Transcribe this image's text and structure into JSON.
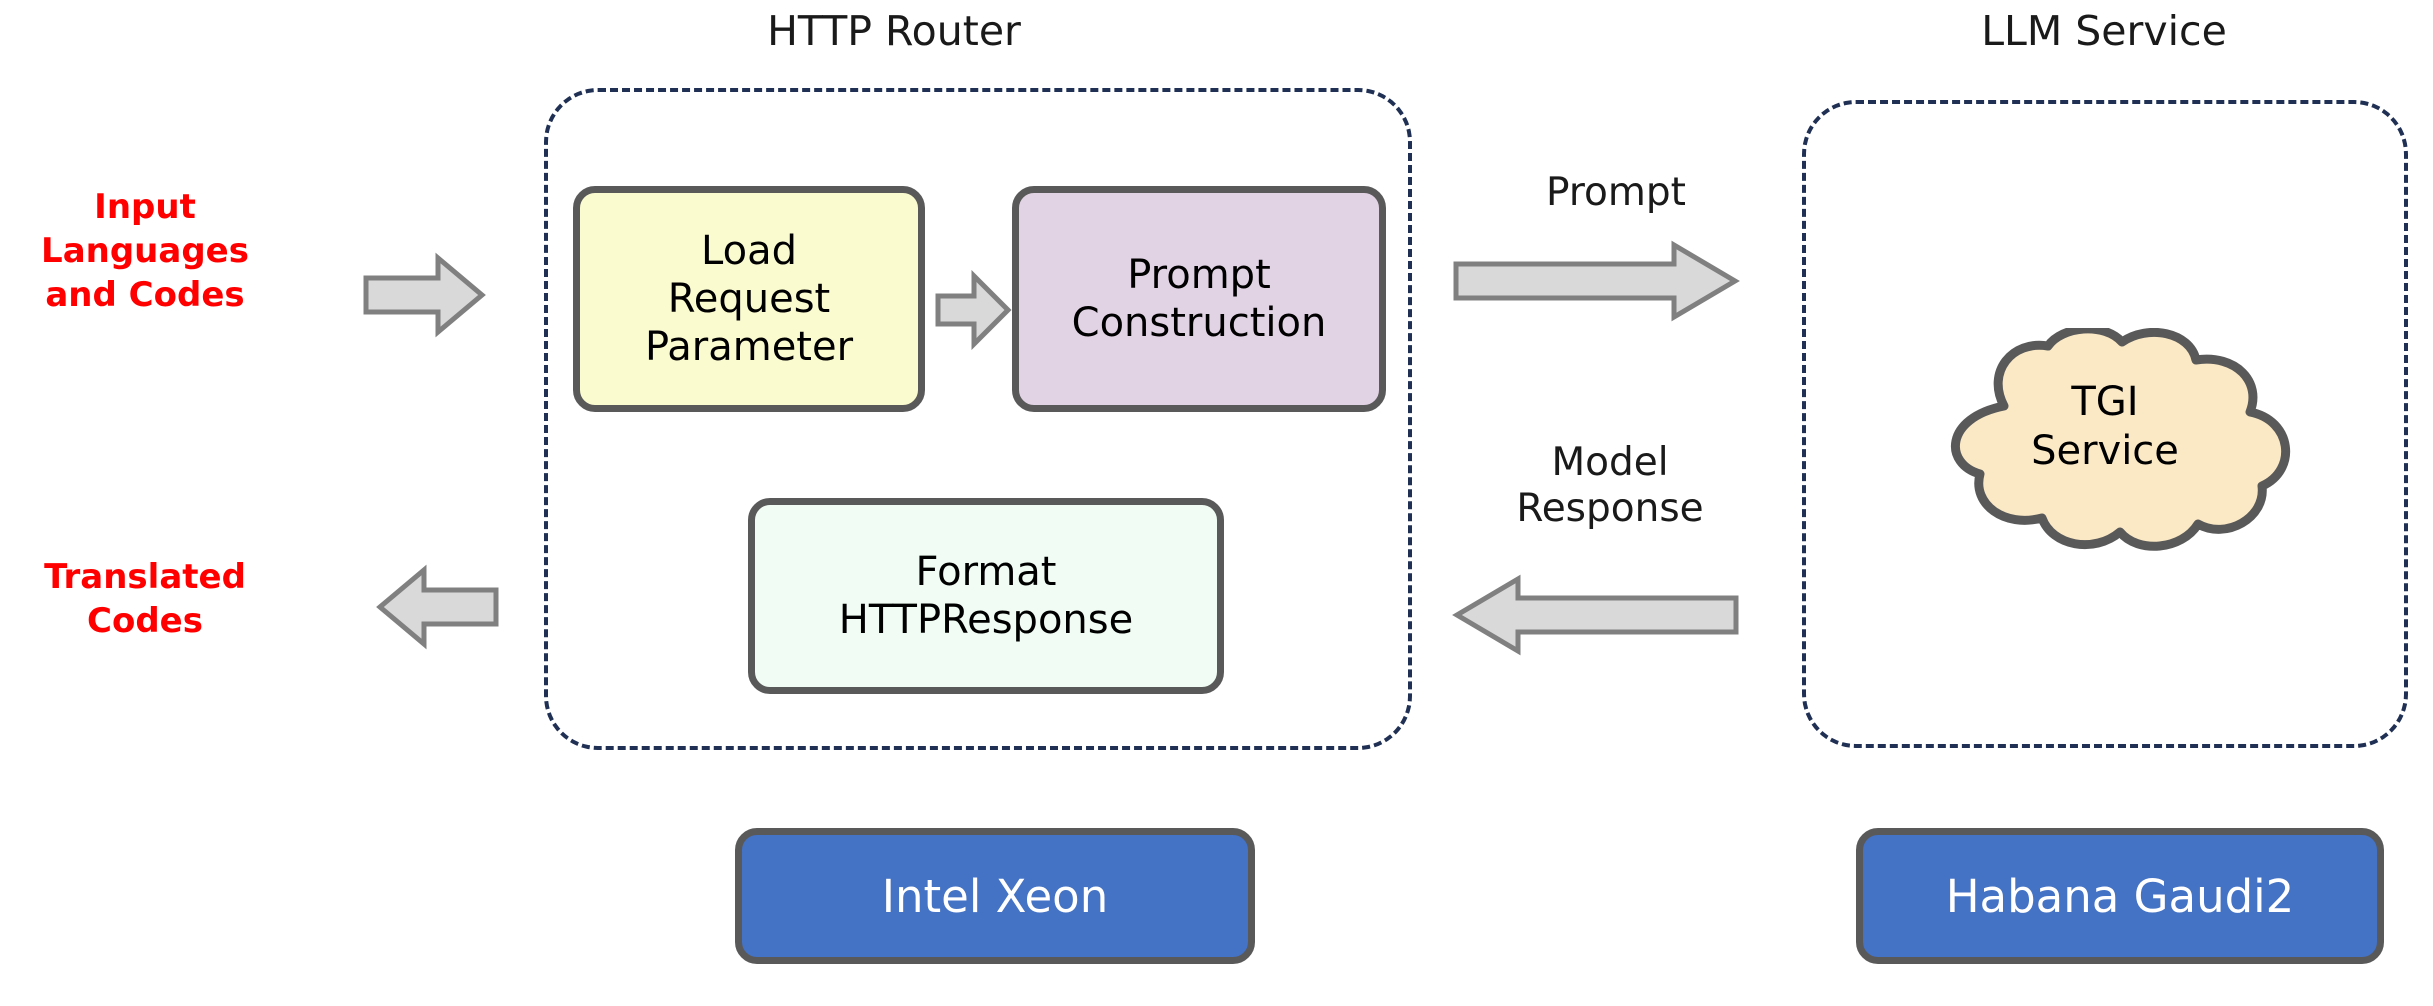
{
  "diagram": {
    "title_http_router": "HTTP Router",
    "title_llm_service": "LLM Service",
    "input_label": "Input\nLanguages\nand Codes",
    "output_label": "Translated\nCodes",
    "prompt_label": "Prompt",
    "model_response_label": "Model\nResponse",
    "boxes": {
      "load_request_parameter": "Load\nRequest\nParameter",
      "prompt_construction": "Prompt\nConstruction",
      "format_http_response": "Format\nHTTPResponse",
      "tgi_service": "TGI\nService"
    },
    "hardware": {
      "cpu": "Intel Xeon",
      "accelerator": "Habana Gaudi2"
    },
    "colors": {
      "box_yellow": "#FBFBD0",
      "box_purple": "#E2D3E4",
      "box_mint": "#F1FCF4",
      "cloud_cream": "#FBE9C6",
      "hardware_blue": "#4472C4",
      "box_stroke": "#595959",
      "container_dash": "#1F3054",
      "arrow_fill": "#D9D9D9",
      "arrow_stroke": "#808080",
      "red_text": "#FF0000"
    }
  }
}
